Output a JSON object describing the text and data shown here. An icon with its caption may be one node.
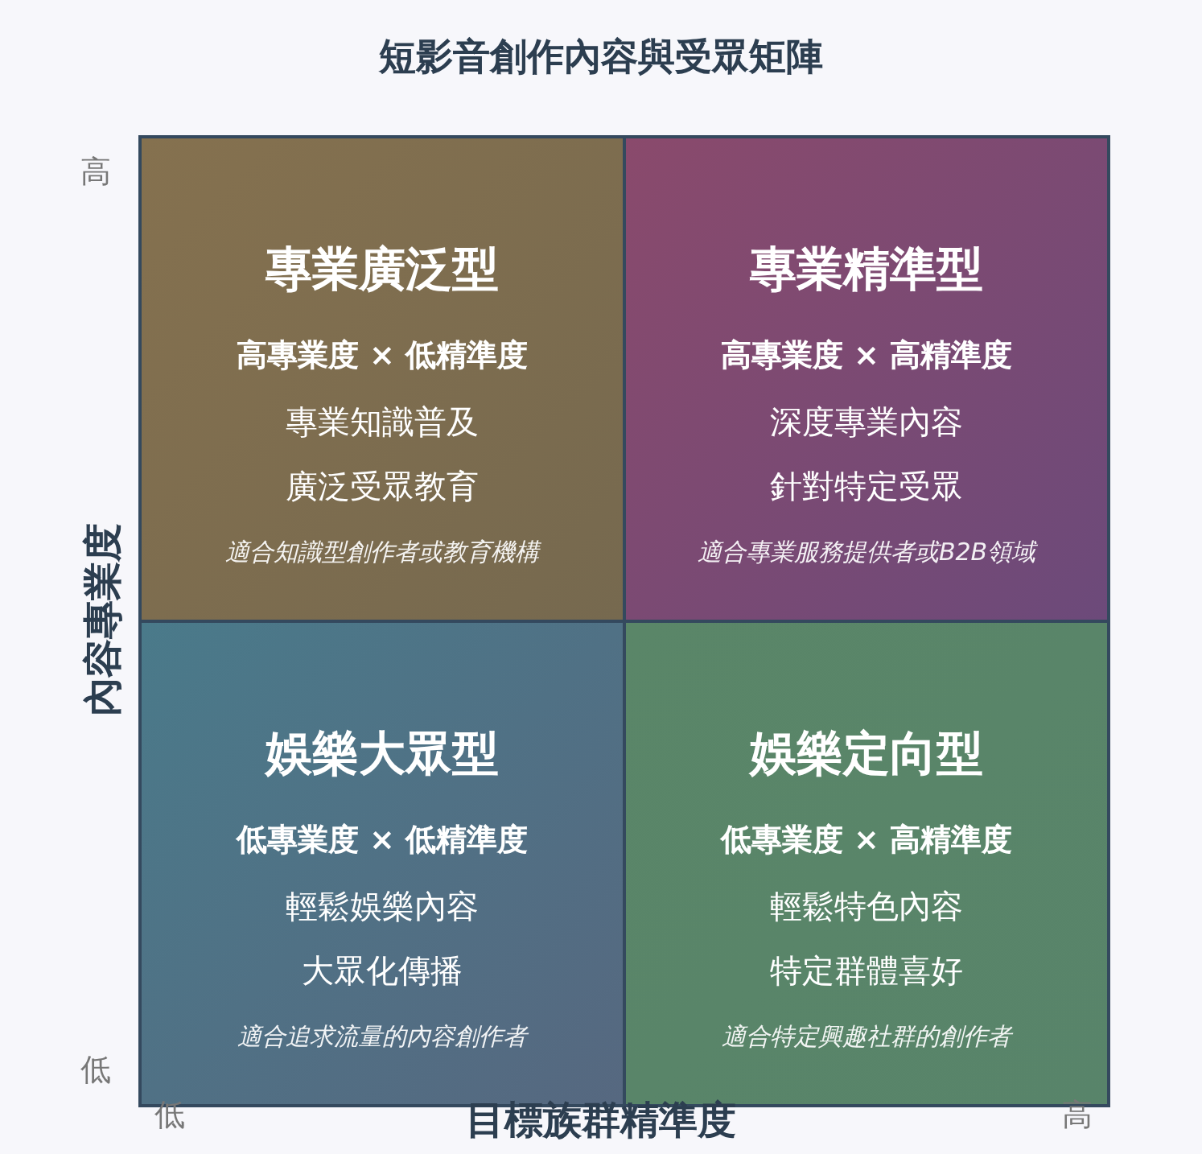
{
  "diagram": {
    "title": "短影音創作內容與受眾矩陣",
    "nodes": [
      {
        "text": [
          "專業廣泛型",
          "高專業度 × 低精準度",
          "專業知識普及",
          "廣泛受眾教育",
          "適合知識型創作者或教育機構"
        ]
      },
      {
        "text": [
          "專業精準型",
          "高專業度 × 高精準度",
          "深度專業內容",
          "針對特定受眾",
          "適合專業服務提供者或B2B領域"
        ]
      },
      {
        "text": [
          "娛樂大眾型",
          "低專業度 × 低精準度",
          "輕鬆娛樂內容",
          "大眾化傳播",
          "適合追求流量的內容創作者"
        ]
      },
      {
        "text": [
          "娛樂定向型",
          "低專業度 × 高精準度",
          "輕鬆特色內容",
          "特定群體喜好",
          "適合特定興趣社群的創作者"
        ]
      }
    ],
    "labels": [
      "高",
      "內容專業度",
      "低",
      "低",
      "目標族群精準度",
      "高"
    ]
  }
}
